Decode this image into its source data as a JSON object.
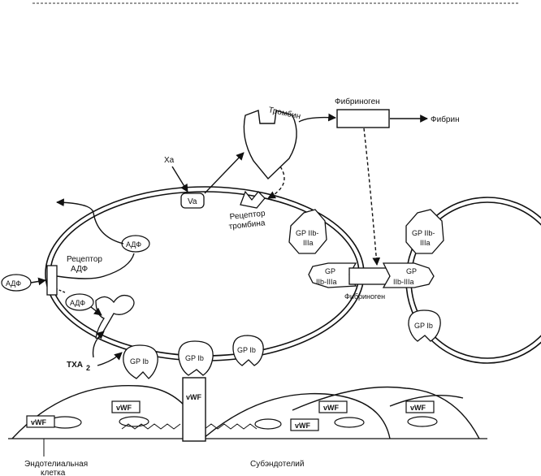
{
  "labels": {
    "thrombin": "Тромбин",
    "fibrinogen_box": "Фибриноген",
    "fibrin": "Фибрин",
    "xa": "Xa",
    "va": "Va",
    "thrombin_receptor_1": "Рецептор",
    "thrombin_receptor_2": "тромбина",
    "adp_receptor_1": "Рецептор",
    "adp_receptor_2": "АДФ",
    "adp_inner": "АДФ",
    "adp_outer": "АДФ",
    "adp_lower": "АДФ",
    "txa2": "TXA",
    "txa2_sub": "2",
    "gp_ib": "GP Ib",
    "gp_iib_iiia_1": "GP IIb-",
    "gp_iib_iiia_2": "IIIa",
    "gp_left_1": "GP",
    "gp_left_2": "IIb-IIIa",
    "gp_right_1": "GP",
    "gp_right_2": "IIb-IIIa",
    "fibrinogen_bridge": "Фибриноген",
    "vwf": "vWF",
    "endothelial_1": "Эндотелиальная",
    "endothelial_2": "клетка",
    "subendothelium": "Субэндотелий"
  }
}
